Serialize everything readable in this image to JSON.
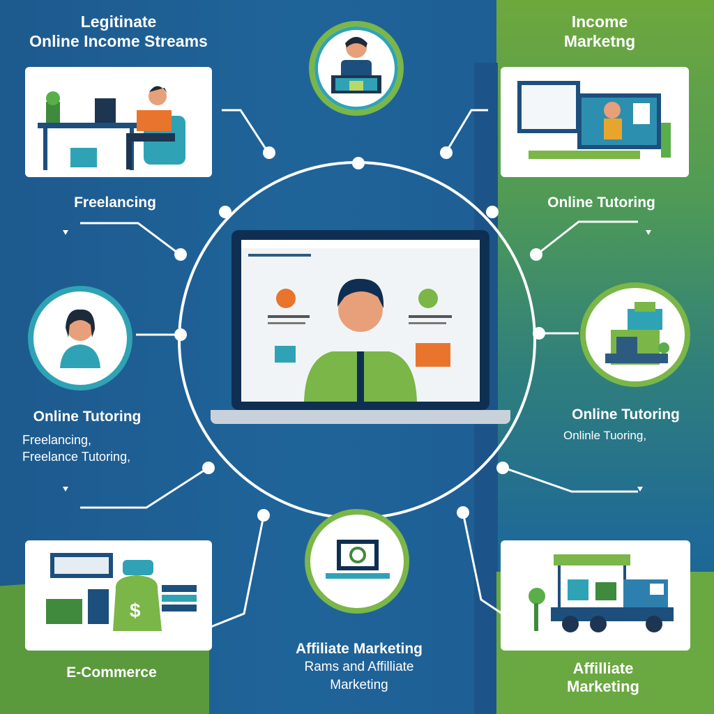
{
  "labels": {
    "top_left_title_1": "Legitinate",
    "top_left_title_2": "Online Income Streams",
    "top_right_title_1": "Income",
    "top_right_title_2": "Marketng",
    "freelancing": "Freelancing",
    "online_tutoring_right_top": "Online Tutoring",
    "online_tutoring_left": "Online  Tutoring",
    "left_sub_1": "Freelancing,",
    "left_sub_2": "Freelance Tutoring,",
    "online_tutoring_right_mid": "Online Tutoring",
    "right_mid_sub": "Onlinle Tuoring,",
    "ecommerce": "E-Commerce",
    "affiliate_center_1": "Affiliate Marketing",
    "affiliate_center_2": "Rams and Affilliate",
    "affiliate_center_3": "Marketing",
    "affiliate_right_1": "Affilliate",
    "affiliate_right_2": "Marketing"
  },
  "icons": {
    "freelancer_desk": "person-at-desk-illustration",
    "tutoring_screens": "tutor-with-monitors-illustration",
    "person_top_circle": "person-at-laptop-icon",
    "woman_avatar": "woman-avatar-icon",
    "payment_device": "payment-device-icon",
    "laptop_bottom": "laptop-icon",
    "money_items": "money-bag-and-envelope-illustration",
    "delivery_truck": "delivery-truck-illustration",
    "center_presenter": "presenter-on-laptop-illustration"
  },
  "colors": {
    "blue_dark": "#1d5a8e",
    "green_accent": "#7ab648",
    "teal_accent": "#2fa3b5"
  }
}
